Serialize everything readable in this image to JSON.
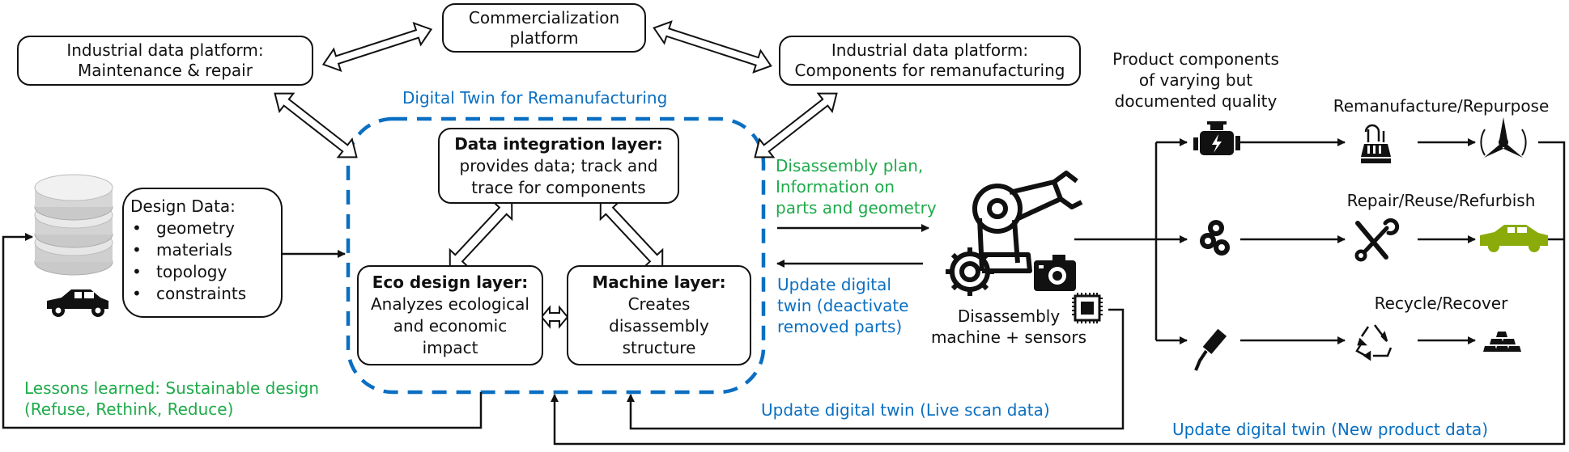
{
  "title": "Digital Twin for Remanufacturing",
  "platforms": {
    "maintenance": {
      "line1": "Industrial data platform:",
      "line2": "Maintenance & repair"
    },
    "commercialization": {
      "line1": "Commercialization",
      "line2": "platform"
    },
    "components": {
      "line1": "Industrial data platform:",
      "line2": "Components for remanufacturing"
    }
  },
  "layers": {
    "data_integration": {
      "heading": "Data integration layer:",
      "line1": "provides data; track and",
      "line2": "trace for components"
    },
    "eco_design": {
      "heading": "Eco design layer:",
      "line1": "Analyzes ecological",
      "line2": "and economic",
      "line3": "impact"
    },
    "machine": {
      "heading": "Machine layer:",
      "line1": "Creates",
      "line2": "disassembly",
      "line3": "structure"
    }
  },
  "design_data": {
    "heading": "Design Data:",
    "items": [
      "geometry",
      "materials",
      "topology",
      "constraints"
    ]
  },
  "flows": {
    "to_machine": [
      "Disassembly plan,",
      "Information on",
      "parts and geometry"
    ],
    "from_machine": [
      "Update digital",
      "twin (deactivate",
      "removed parts)"
    ],
    "lessons": [
      "Lessons learned: Sustainable design",
      "(Refuse, Rethink, Reduce)"
    ],
    "live_scan": "Update digital twin (Live scan data)",
    "new_product": "Update digital twin (New product data)"
  },
  "machine_label": [
    "Disassembly",
    "machine + sensors"
  ],
  "components_label": [
    "Product components",
    "of varying but",
    "documented quality"
  ],
  "outcomes": {
    "remanufacture": "Remanufacture/Repurpose",
    "repair": "Repair/Reuse/Refurbish",
    "recycle": "Recycle/Recover"
  },
  "colors": {
    "blue": "#0a6fc2",
    "green": "#1eab4a",
    "car_green": "#8aab0a",
    "black": "#111111"
  }
}
